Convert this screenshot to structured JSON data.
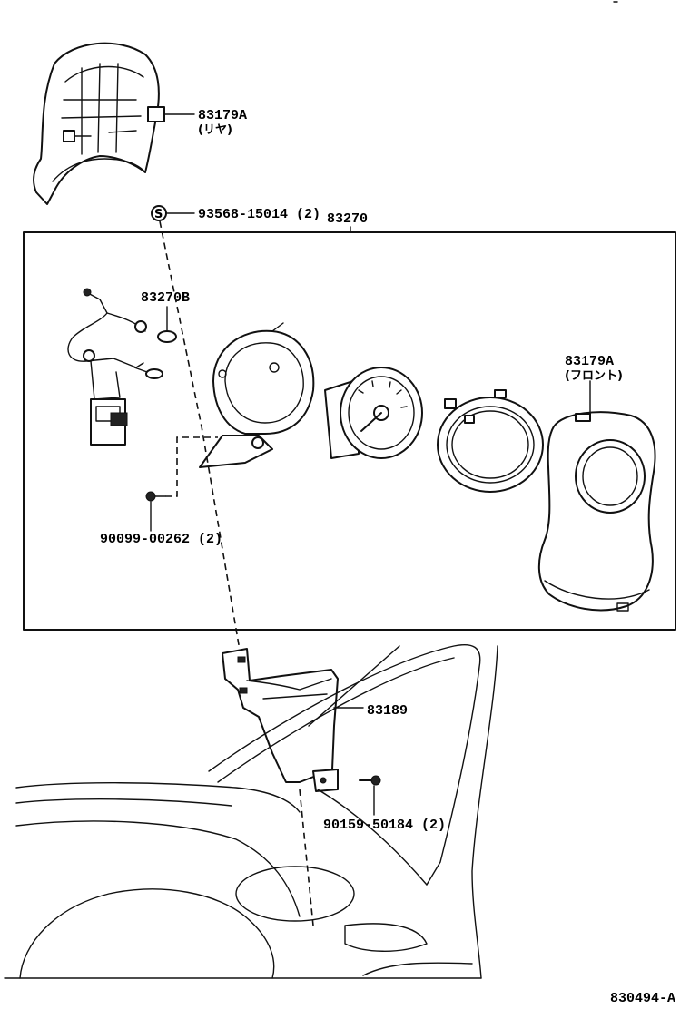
{
  "diagram_id": "830494-A",
  "labels": {
    "rear_cover_part": "83179A",
    "rear_cover_note": "(リヤ)",
    "screw_part": "93568-15014 (2)",
    "assembly_part": "83270",
    "sub_assy_part": "83270B",
    "screw2_part": "90099-00262 (2)",
    "front_cover_part": "83179A",
    "front_cover_note": "(フロント)",
    "bracket_part": "83189",
    "bolt_part": "90159-50184 (2)",
    "screw_symbol": "S"
  }
}
